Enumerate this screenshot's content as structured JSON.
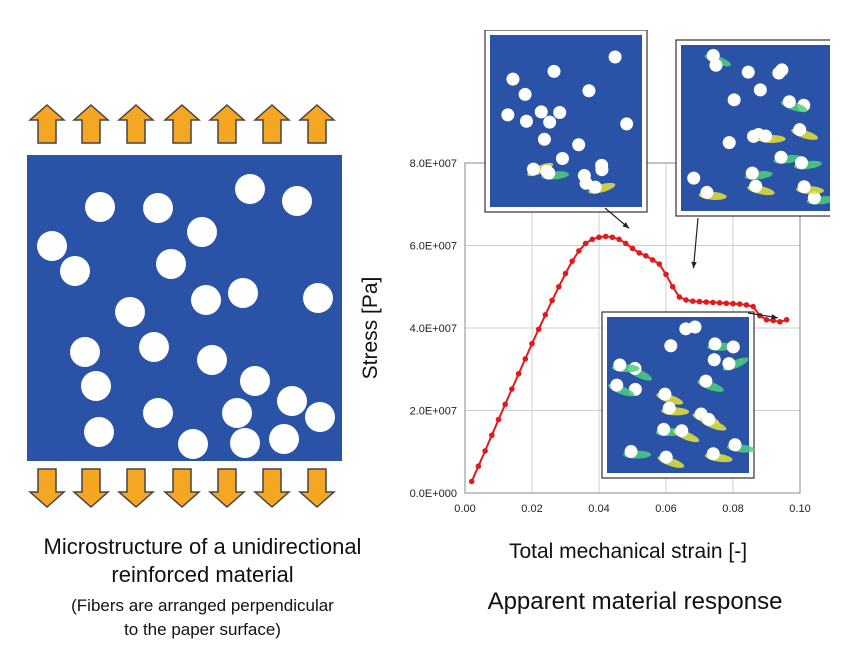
{
  "colors": {
    "matrix": "#2a52a6",
    "fiber": "#ffffff",
    "arrow": "#f5a623",
    "curve": "#e31a1c",
    "damage_green": "#4fcf7a",
    "damage_yellow": "#e5e33a"
  },
  "left_panel": {
    "caption_line1": "Microstructure of a unidirectional",
    "caption_line2": "reinforced material",
    "caption_line3": "(Fibers are arranged perpendicular",
    "caption_line4": "to the paper surface)",
    "arrow_count_top": 7,
    "arrow_count_bottom": 7,
    "arrow_icon": "arrow-icon"
  },
  "right_panel": {
    "caption": "Apparent material response"
  },
  "chart_data": {
    "type": "line",
    "xlabel": "Total mechanical strain [-]",
    "ylabel": "Stress [Pa]",
    "xlim": [
      0,
      0.1
    ],
    "ylim": [
      0,
      80000000
    ],
    "x_ticks": [
      "0.00",
      "0.02",
      "0.04",
      "0.06",
      "0.08",
      "0.10"
    ],
    "y_ticks": [
      "0.0E+000",
      "2.0E+007",
      "4.0E+007",
      "6.0E+007",
      "8.0E+007"
    ],
    "grid": true,
    "x": [
      0.002,
      0.004,
      0.006,
      0.008,
      0.01,
      0.012,
      0.014,
      0.016,
      0.018,
      0.02,
      0.022,
      0.024,
      0.026,
      0.028,
      0.03,
      0.032,
      0.034,
      0.036,
      0.038,
      0.04,
      0.042,
      0.044,
      0.046,
      0.048,
      0.05,
      0.052,
      0.054,
      0.056,
      0.058,
      0.06,
      0.062,
      0.064,
      0.066,
      0.068,
      0.07,
      0.072,
      0.074,
      0.076,
      0.078,
      0.08,
      0.082,
      0.084,
      0.086,
      0.088,
      0.09,
      0.092,
      0.094,
      0.096
    ],
    "y": [
      2800000,
      6500000,
      10200000,
      14000000,
      17800000,
      21500000,
      25200000,
      28900000,
      32500000,
      36200000,
      39700000,
      43200000,
      46700000,
      50000000,
      53200000,
      56200000,
      58700000,
      60500000,
      61500000,
      62000000,
      62200000,
      62000000,
      61500000,
      60500000,
      59300000,
      58200000,
      57500000,
      56500000,
      55500000,
      53000000,
      50000000,
      47500000,
      46800000,
      46500000,
      46400000,
      46300000,
      46200000,
      46100000,
      46000000,
      45900000,
      45800000,
      45600000,
      45200000,
      43000000,
      42000000,
      41800000,
      41500000,
      42000000
    ]
  }
}
